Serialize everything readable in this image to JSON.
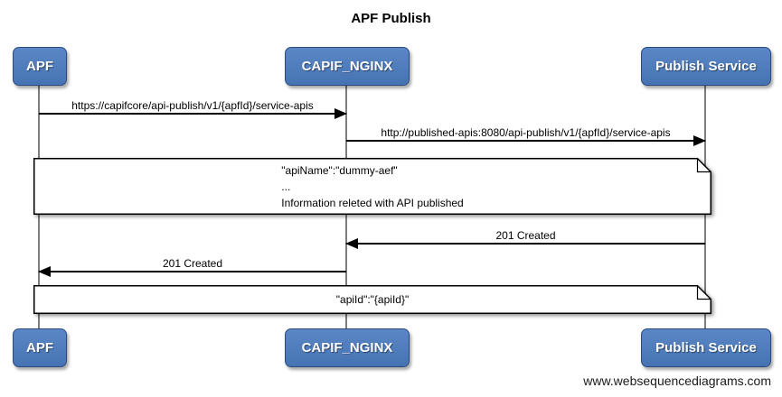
{
  "title": "APF Publish",
  "actors": [
    {
      "name": "APF"
    },
    {
      "name": "CAPIF_NGINX"
    },
    {
      "name": "Publish Service"
    }
  ],
  "messages": [
    {
      "from": "APF",
      "to": "CAPIF_NGINX",
      "direction": "right",
      "label": "https://capifcore/api-publish/v1/{apfId}/service-apis"
    },
    {
      "from": "CAPIF_NGINX",
      "to": "Publish Service",
      "direction": "right",
      "label": "http://published-apis:8080/api-publish/v1/{apfId}/service-apis"
    },
    {
      "from": "Publish Service",
      "to": "CAPIF_NGINX",
      "direction": "left",
      "label": "201 Created"
    },
    {
      "from": "CAPIF_NGINX",
      "to": "APF",
      "direction": "left",
      "label": "201 Created"
    }
  ],
  "notes": [
    {
      "lines": [
        "\"apiName\":\"dummy-aef\"",
        "...",
        "Information releted with API published"
      ]
    },
    {
      "lines": [
        "\"apiId\":\"{apiId}\""
      ]
    }
  ],
  "footer": "www.websequencediagrams.com",
  "colors": {
    "actor_fill": "#4b7bbd",
    "actor_border": "#2b4a80",
    "actor_text": "#ffffff",
    "lifeline": "#7d7d7d",
    "message": "#000000",
    "note_bg": "#ffffff",
    "note_border": "#000000"
  }
}
